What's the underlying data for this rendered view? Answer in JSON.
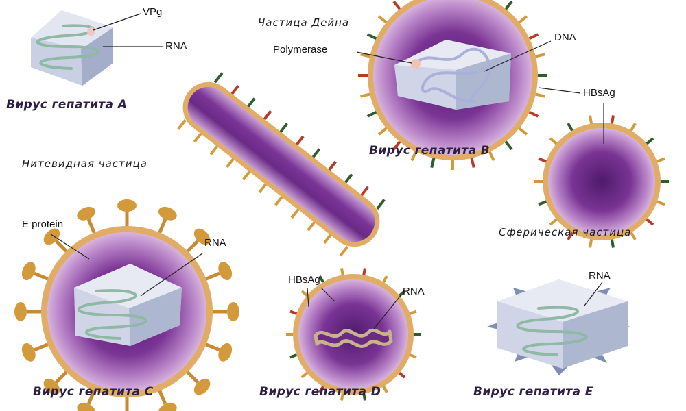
{
  "titles": {
    "virus_a": "Вирус гепатита A",
    "virus_b": "Вирус гепатита B",
    "virus_c": "Вирус гепатита C",
    "virus_d": "Вирус гепатита D",
    "virus_e": "Вирус гепатита E"
  },
  "captions": {
    "dane_particle": "Частица Дейна",
    "filamentous_particle": "Нитевидная частица",
    "spherical_particle": "Сферическая частица"
  },
  "labels": {
    "a_vpg": "VPg",
    "a_rna": "RNA",
    "b_polymerase": "Polymerase",
    "b_dna": "DNA",
    "b_hbsag": "HBsAg",
    "c_e_protein": "E protein",
    "c_rna": "RNA",
    "d_hbsag": "HBsAg",
    "d_rna": "RNA",
    "e_rna": "RNA"
  },
  "colors": {
    "capsid_face": "#d7dcea",
    "capsid_dark": "#9fa9c7",
    "envelope": "#e0a860",
    "core_purple": "#6a2a86",
    "rna_green": "#8fb9a4",
    "spike_red": "#b83a2a",
    "spike_green": "#2f5e2e",
    "spike_orange": "#d39a3c"
  }
}
